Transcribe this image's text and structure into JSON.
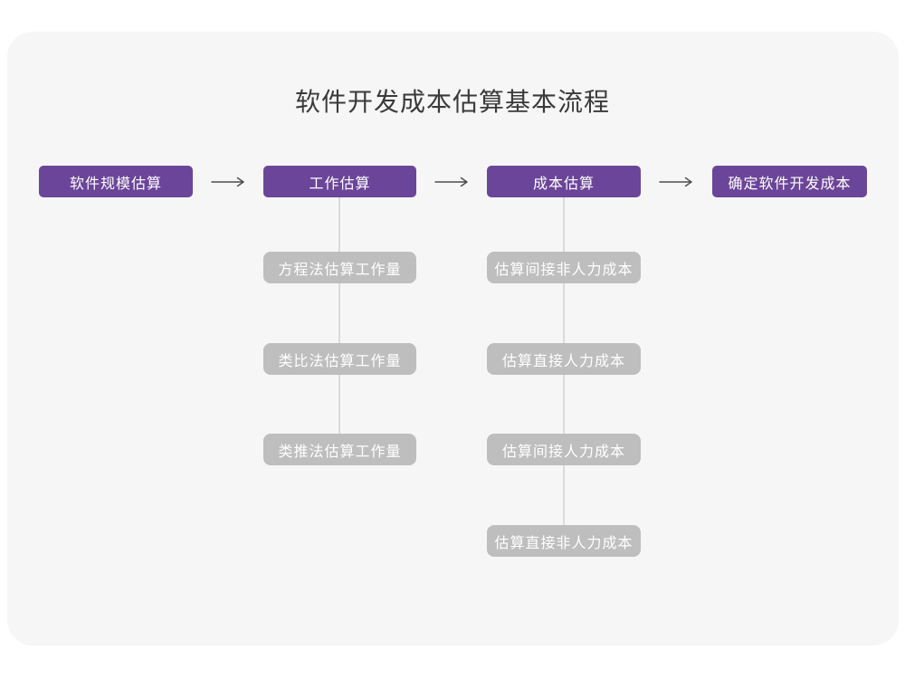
{
  "title": "软件开发成本估算基本流程",
  "flow": {
    "main_steps": [
      {
        "id": "software-scale-estimation",
        "label": "软件规模估算"
      },
      {
        "id": "work-estimation",
        "label": "工作估算"
      },
      {
        "id": "cost-estimation",
        "label": "成本估算"
      },
      {
        "id": "determine-software-dev-cost",
        "label": "确定软件开发成本"
      }
    ],
    "work_estimation_substeps": [
      "方程法估算工作量",
      "类比法估算工作量",
      "类推法估算工作量"
    ],
    "cost_estimation_substeps": [
      "估算间接非人力成本",
      "估算直接人力成本",
      "估算间接人力成本",
      "估算直接非人力成本"
    ]
  },
  "colors": {
    "primary_node": "#6B4599",
    "secondary_node": "#BEBEBE",
    "node_text": "#FFFFFF",
    "connector": "#DADADA",
    "arrow": "#4D4D4D",
    "canvas_bg": "#F6F6F6",
    "page_bg": "#FFFFFF",
    "title_text": "#3A3A3A"
  }
}
